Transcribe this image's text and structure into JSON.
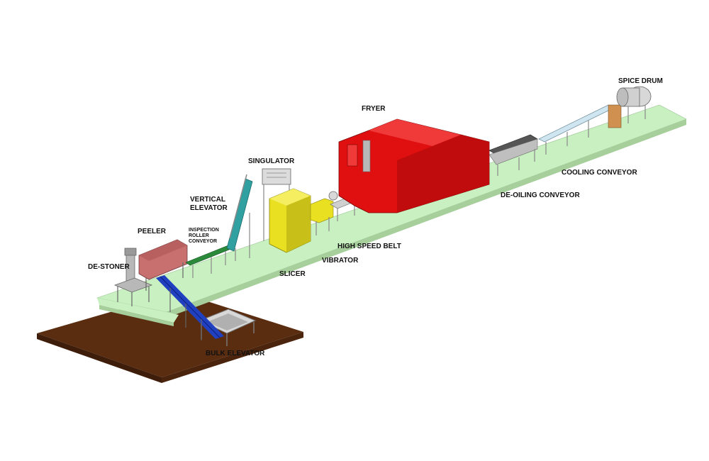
{
  "diagram": {
    "labels": {
      "spice_drum": "SPICE DRUM",
      "fryer": "FRYER",
      "cooling_conveyor": "COOLING CONVEYOR",
      "de_oiling_conveyor": "DE-OILING CONVEYOR",
      "singulator": "SINGULATOR",
      "vertical_elevator_1": "VERTICAL",
      "vertical_elevator_2": "ELEVATOR",
      "inspection_1": "INSPECTION",
      "inspection_2": "ROLLER",
      "inspection_3": "CONVEYOR",
      "peeler": "PEELER",
      "de_stoner": "DE-STONER",
      "high_speed_belt": "HIGH SPEED BELT",
      "vibrator": "VIBRATOR",
      "slicer": "SLICER",
      "bulk_elevator": "BULK ELEVATOR"
    },
    "colors": {
      "floor": "#c8f0c0",
      "floor_side": "#a6cf9c",
      "ground": "#5a2c10",
      "ground_side": "#3e1e0a",
      "fryer": "#e01010",
      "slicer": "#e8e020",
      "peeler": "#c87070",
      "elevator": "#30a0a0",
      "bulk_elevator": "#2040c0",
      "frame": "#909090",
      "spice_drum": "#d0d0d0",
      "spice_support": "#d09050"
    }
  }
}
